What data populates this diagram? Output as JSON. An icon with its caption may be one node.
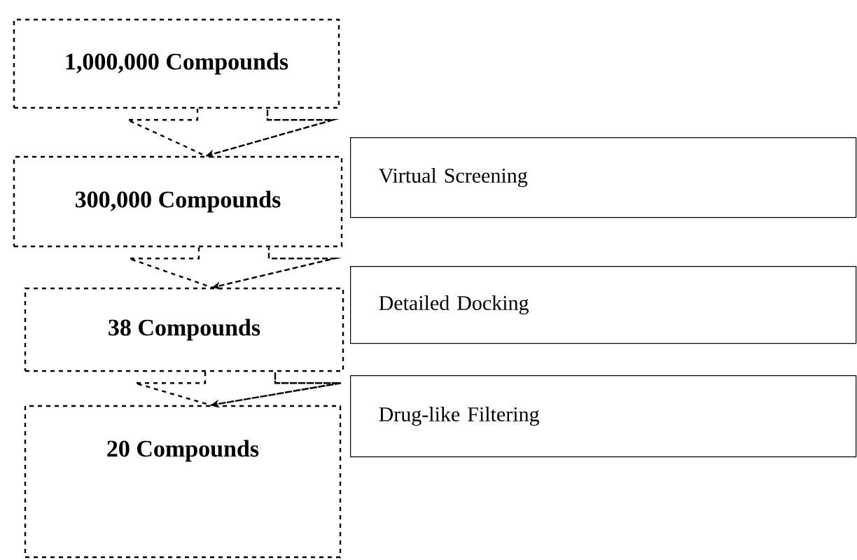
{
  "diagram": {
    "nodes": [
      {
        "text": [
          "1,000,000 Compounds"
        ]
      },
      {
        "text": [
          "300,000 Compounds"
        ]
      },
      {
        "text": [
          "38 Compounds"
        ]
      },
      {
        "text": [
          "20 Compounds"
        ]
      },
      {
        "text": [
          "Virtual Screening"
        ]
      },
      {
        "text": [
          "Detailed Docking"
        ]
      },
      {
        "text": [
          "Drug-like Filtering"
        ]
      }
    ],
    "edges": [
      {
        "from": 0,
        "to": 1,
        "arrow": "to",
        "style": "dashed"
      },
      {
        "from": 1,
        "to": 2,
        "arrow": "to",
        "style": "dashed"
      },
      {
        "from": 2,
        "to": 3,
        "arrow": "to",
        "style": "dashed"
      }
    ]
  }
}
